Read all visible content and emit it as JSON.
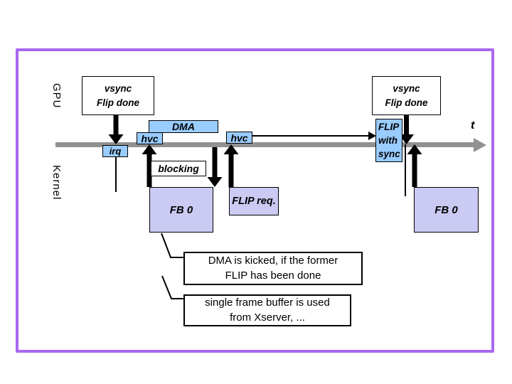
{
  "lanes": {
    "gpu": "GPU",
    "kernel": "Kernel"
  },
  "axis": {
    "t_label": "t"
  },
  "gpu_events": {
    "vsync_left": "vsync\nFlip done",
    "vsync_right": "vsync\nFlip done"
  },
  "timeline_boxes": {
    "irq": "irq",
    "dma": "DMA",
    "hvc_left": "hvc",
    "hvc_right": "hvc",
    "flip_with_sync": "FLIP\nwith\nsync"
  },
  "kernel_items": {
    "blocking": "blocking",
    "fb0_left": "FB 0",
    "flip_req": "FLIP req.",
    "fb0_right": "FB 0"
  },
  "callouts": {
    "dma_kicked": "DMA is kicked, if the former\nFLIP has been done",
    "single_fb": "single frame buffer is used\nfrom Xserver, ..."
  },
  "colors": {
    "event_blue": "#99CCFF",
    "buffer_lavender": "#CACAF3",
    "timeline_gray": "#919191",
    "frame_purple": "#A868F0"
  }
}
